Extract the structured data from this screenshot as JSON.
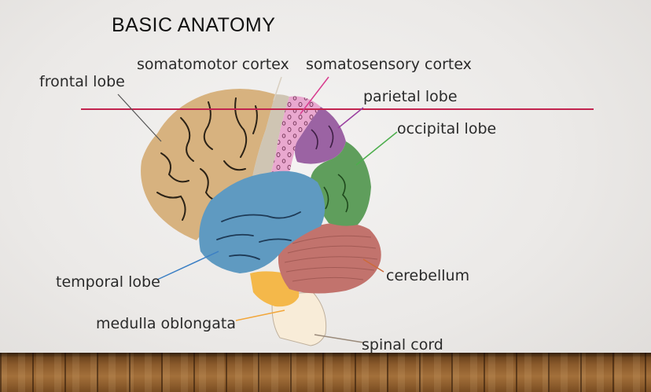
{
  "title": "BASIC ANATOMY",
  "labels": {
    "frontal_lobe": "frontal lobe",
    "somatomotor_cortex": "somatomotor cortex",
    "somatosensory_cortex": "somatosensory cortex",
    "parietal_lobe": "parietal lobe",
    "occipital_lobe": "occipital lobe",
    "temporal_lobe": "temporal lobe",
    "cerebellum": "cerebellum",
    "medulla_oblongata": "medulla oblongata",
    "spinal_cord": "spinal cord"
  },
  "colors": {
    "frontal": "#d7b27f",
    "somatomotor": "#cfc5b3",
    "somatosensory": "#e9a8cf",
    "parietal": "#9b63a3",
    "occipital": "#5f9e5c",
    "temporal": "#5f9ac1",
    "cerebellum": "#c2736d",
    "medulla": "#f4b84a",
    "spinal_cord": "#f8ecd8",
    "divider_line": "#c2244f",
    "frontal_leader": "#555555",
    "somatosensory_leader": "#d83a8e",
    "parietal_leader": "#9a3fa0",
    "occipital_leader": "#4cae4c",
    "temporal_leader": "#3b7fc4",
    "cerebellum_leader": "#cc6a3a",
    "medulla_leader": "#f2a63a",
    "spinal_leader": "#9a8a7a"
  }
}
